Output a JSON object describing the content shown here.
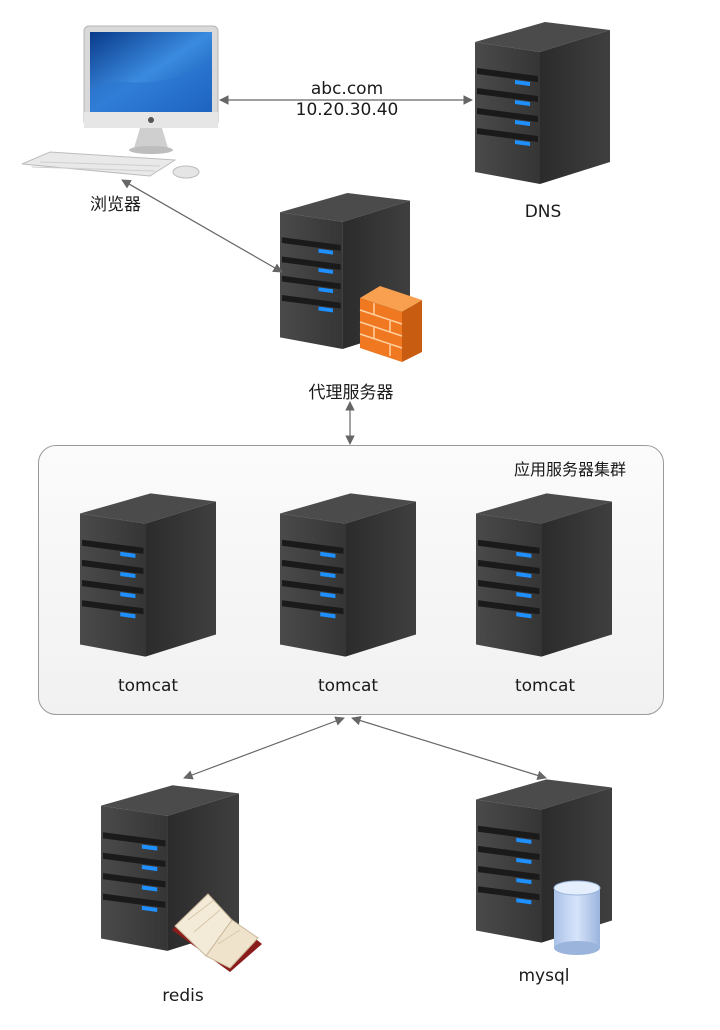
{
  "browser": {
    "label": "浏览器"
  },
  "dns": {
    "label": "DNS"
  },
  "dns_link": {
    "domain": "abc.com",
    "ip": "10.20.30.40"
  },
  "proxy": {
    "label": "代理服务器"
  },
  "cluster": {
    "title": "应用服务器集群",
    "servers": [
      "tomcat",
      "tomcat",
      "tomcat"
    ]
  },
  "redis": {
    "label": "redis"
  },
  "mysql": {
    "label": "mysql"
  },
  "colors": {
    "server_body": "#3a3a3a",
    "server_led": "#1e90ff",
    "firewall": "#f07820",
    "arrow": "#666666"
  }
}
